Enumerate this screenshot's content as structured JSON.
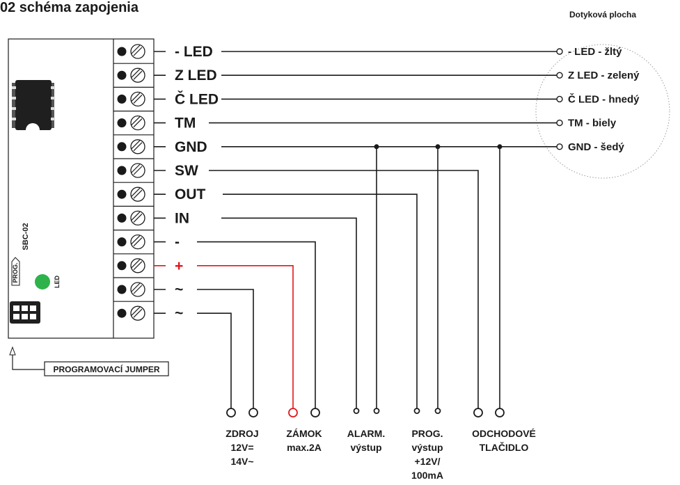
{
  "title": "02 schéma zapojenia",
  "touch_panel_label": "Dotyková plocha",
  "board_label": "SBC-02",
  "prog_label": "PROG.",
  "led_label": "LED",
  "jumper_label": "PROGRAMOVACÍ JUMPER",
  "terminals": [
    {
      "label": "- LED",
      "color": "#1a1a1a"
    },
    {
      "label": "Z LED",
      "color": "#1a1a1a"
    },
    {
      "label": "Č LED",
      "color": "#1a1a1a"
    },
    {
      "label": "TM",
      "color": "#1a1a1a"
    },
    {
      "label": "GND",
      "color": "#1a1a1a"
    },
    {
      "label": "SW",
      "color": "#1a1a1a"
    },
    {
      "label": "OUT",
      "color": "#1a1a1a"
    },
    {
      "label": "IN",
      "color": "#1a1a1a"
    },
    {
      "label": "-",
      "color": "#1a1a1a"
    },
    {
      "label": "+",
      "color": "#e0161b"
    },
    {
      "label": "~",
      "color": "#1a1a1a"
    },
    {
      "label": "~",
      "color": "#1a1a1a"
    }
  ],
  "panel_wires": [
    "- LED - žltý",
    "Z LED - zelený",
    "Č LED - hnedý",
    "TM - biely",
    "GND - šedý"
  ],
  "bottom_groups": [
    {
      "name": "zdroj",
      "lines": [
        "ZDROJ",
        "12V=",
        "14V~"
      ]
    },
    {
      "name": "zamok",
      "lines": [
        "ZÁMOK",
        "max.2A"
      ]
    },
    {
      "name": "alarm",
      "lines": [
        "ALARM.",
        "výstup"
      ]
    },
    {
      "name": "prog",
      "lines": [
        "PROG.",
        "výstup",
        "+12V/",
        "100mA"
      ]
    },
    {
      "name": "odchodove",
      "lines": [
        "ODCHODOVÉ",
        "TLAČIDLO"
      ]
    }
  ],
  "colors": {
    "wire": "#1a1a1a",
    "positive": "#e0161b",
    "led": "#2db34a",
    "chip": "#1f1f1f"
  }
}
